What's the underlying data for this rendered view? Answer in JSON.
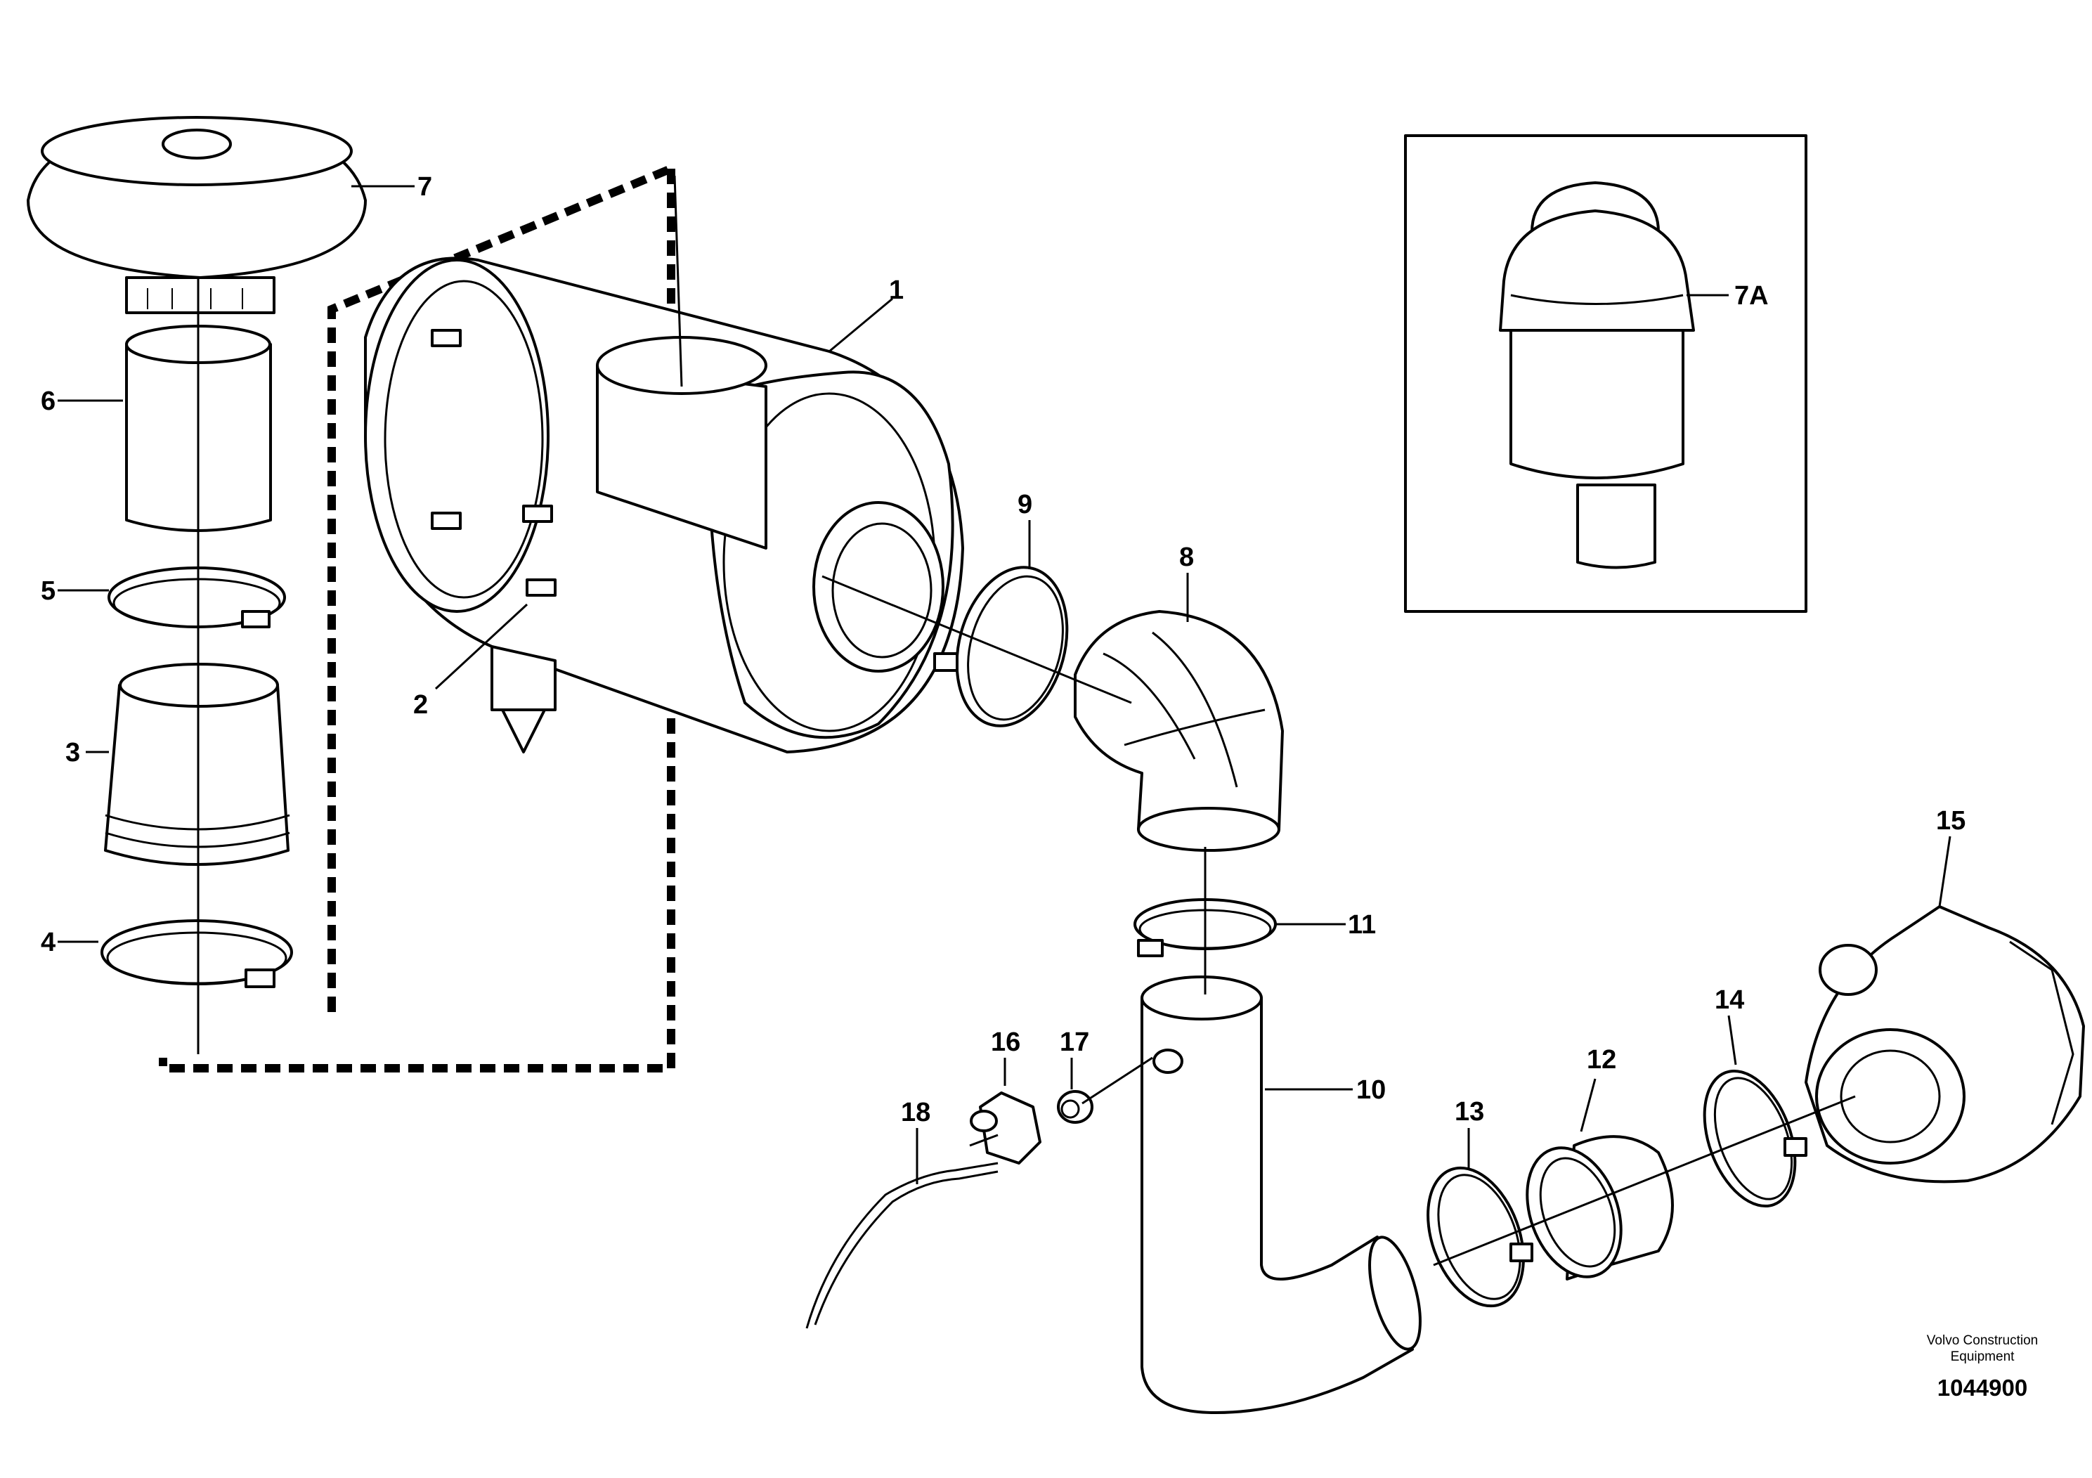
{
  "labels": {
    "l1": "1",
    "l2": "2",
    "l3": "3",
    "l4": "4",
    "l5": "5",
    "l6": "6",
    "l7": "7",
    "l7a": "7A",
    "l8": "8",
    "l9": "9",
    "l10": "10",
    "l11": "11",
    "l12": "12",
    "l13": "13",
    "l14": "14",
    "l15": "15",
    "l16": "16",
    "l17": "17",
    "l18": "18"
  },
  "footer": {
    "brand_line1": "Volvo Construction",
    "brand_line2": "Equipment",
    "drawing_number": "1044900"
  }
}
